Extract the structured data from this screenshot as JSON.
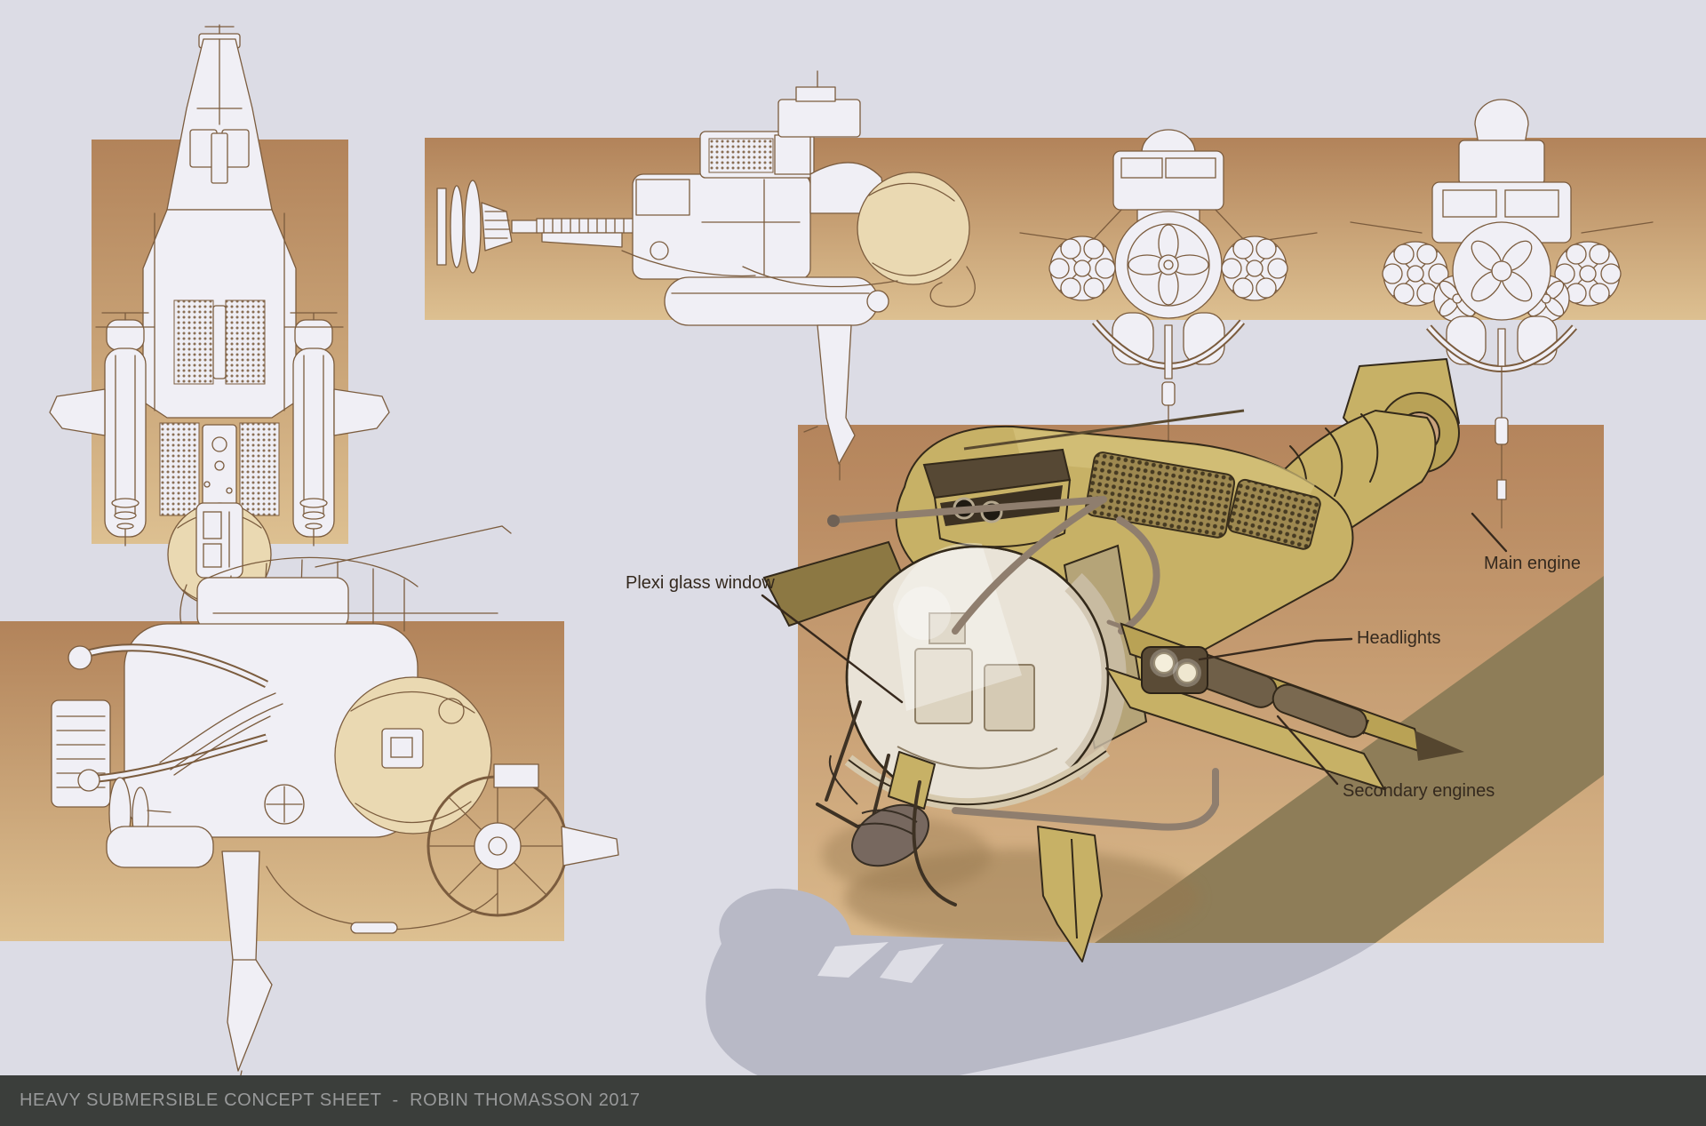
{
  "sheet": {
    "kind": "submersible concept sheet"
  },
  "footer": {
    "text": "HEAVY SUBMERSIBLE CONCEPT SHEET  -  ROBIN THOMASSON 2017"
  },
  "callouts": {
    "plexi_window": {
      "label": "Plexi glass window"
    },
    "main_engine": {
      "label": "Main engine"
    },
    "headlights": {
      "label": "Headlights"
    },
    "secondary_engines": {
      "label": "Secondary engines"
    }
  },
  "views": {
    "top_view": "top-view-blueprint",
    "side_view": "side-view-blueprint",
    "bow_view": "bow-view-blueprint",
    "stern_view": "stern-view-blueprint",
    "profile_view": "profile-view-blueprint",
    "render": "isometric-render"
  },
  "colors": {
    "background": "#dcdce5",
    "panel_top": "#b2835a",
    "panel_bottom": "#ddc091",
    "blueprint_line": "#7b5c3e",
    "blueprint_fill": "#f0eff5",
    "dome_fill": "#ead9b2",
    "sub_khaki": "#c7b166",
    "sub_khaki_dark": "#8c7843",
    "sub_outline": "#33291a",
    "pipe_grey": "#8f7e6e",
    "shadow_tan": "#8e7d58",
    "shadow_lavender": "#b8b9c6",
    "footer_bg": "#3b3e3b",
    "footer_text": "#98999a",
    "label_text": "#34291e"
  }
}
